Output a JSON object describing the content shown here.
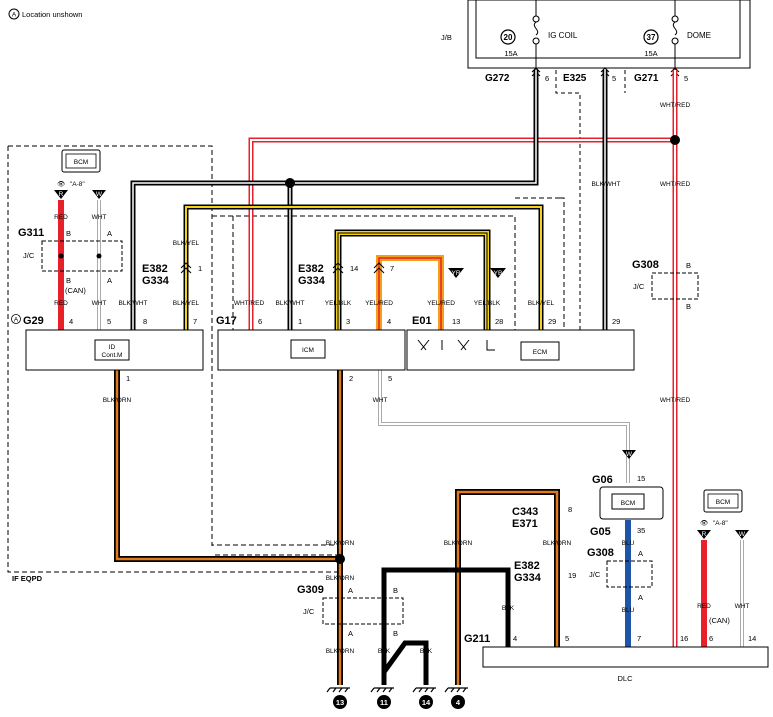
{
  "header": {
    "note_symbol": "A",
    "note": "Location unshown",
    "jb": "J/B"
  },
  "fuses": [
    {
      "num": "20",
      "amp": "15A",
      "name": "IG COIL"
    },
    {
      "num": "37",
      "amp": "15A",
      "name": "DOME"
    }
  ],
  "connectors": {
    "g272": "G272",
    "e325": "E325",
    "g271": "G271",
    "g311": "G311",
    "e382": "E382",
    "g334": "G334",
    "g29": "G29",
    "g29_mark": "A",
    "g17": "G17",
    "e01": "E01",
    "g308": "G308",
    "g06": "G06",
    "g05": "G05",
    "c343": "C343",
    "e371": "E371",
    "g309": "G309",
    "g211": "G211"
  },
  "jc": "J/C",
  "modules": {
    "bcm": "BCM",
    "id_l1": "ID",
    "id_l2": "Cont.M",
    "icm": "ICM",
    "ecm": "ECM",
    "dlc": "DLC"
  },
  "ref_a8": "\"A-8\"",
  "can": "(CAN)",
  "if_eqpd": "IF EQPD",
  "colors": {
    "RED": "#e8202a",
    "WHT": "#d6d6d6",
    "BLK": "#000000",
    "BLK/WHT": "#000000",
    "BLK/YEL": "#f2d21a",
    "WHT/RED": "#e8202a",
    "YEL/BLK": "#f2d21a",
    "YEL/RED": "#f2a01a",
    "BLK/ORN": "#e07a1a",
    "BLU": "#1f55a8"
  },
  "tags": {
    "r": "R",
    "w": "W",
    "yr": "YR",
    "yb": "YB"
  },
  "wire_labels": {
    "red": "RED",
    "wht": "WHT",
    "blk": "BLK",
    "blu": "BLU",
    "blk_wht": "BLK/WHT",
    "blk_yel": "BLK/YEL",
    "wht_red": "WHT/RED",
    "yel_blk": "YEL/BLK",
    "yel_red": "YEL/RED",
    "blk_orn": "BLK/ORN"
  },
  "pins": {
    "p1": "1",
    "p2": "2",
    "p3": "3",
    "p4": "4",
    "p5": "5",
    "p6": "6",
    "p7": "7",
    "p8": "8",
    "p13": "13",
    "p14": "14",
    "p15": "15",
    "p16": "16",
    "p19": "19",
    "p28": "28",
    "p29": "29",
    "p35": "35"
  },
  "contacts": {
    "a": "A",
    "b": "B"
  },
  "grounds": [
    "13",
    "11",
    "14",
    "4"
  ]
}
